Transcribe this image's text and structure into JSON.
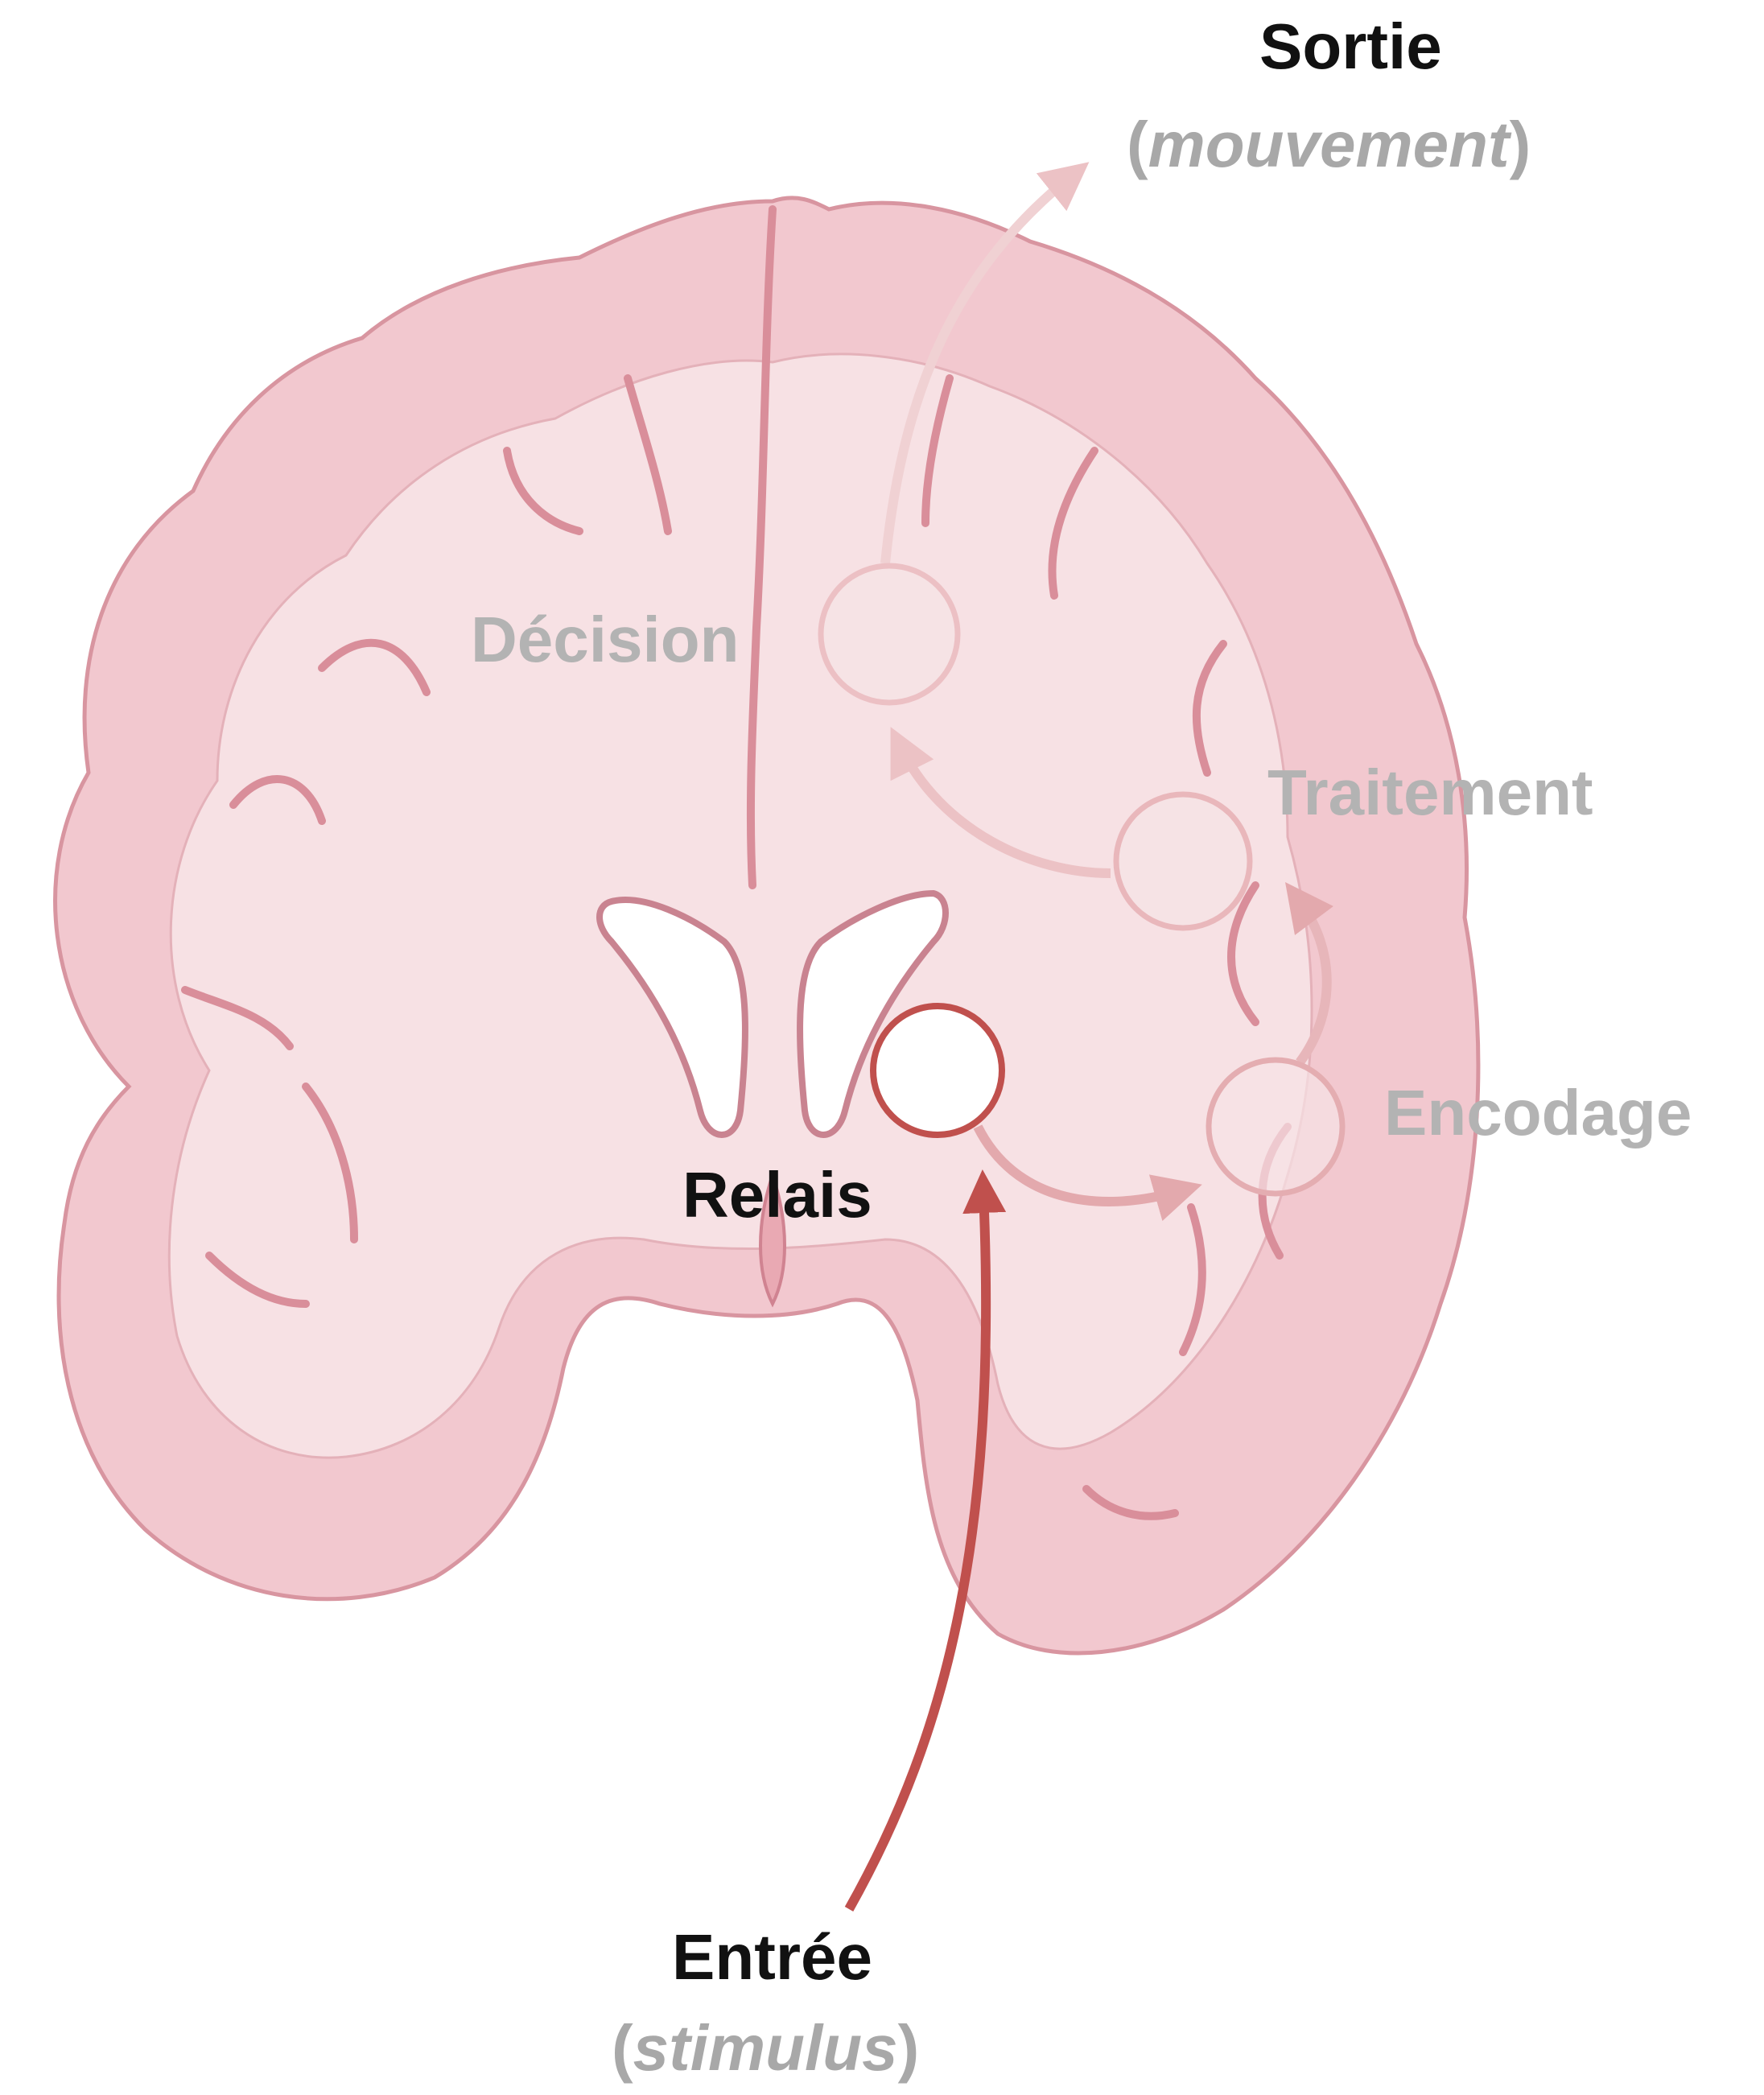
{
  "labels": {
    "output_title": "Sortie",
    "output_sub": "mouvement",
    "decision": "Décision",
    "processing": "Traitement",
    "encoding": "Encodage",
    "relay": "Relais",
    "input_title": "Entrée",
    "input_sub": "stimulus"
  },
  "colors": {
    "brain_fill": "#f2c8cf",
    "brain_inner": "#f7dde1",
    "brain_outline": "#d895a0",
    "pathway_active": "#c0504d",
    "pathway_faded": "#e9b7bb",
    "label_dark": "#111111",
    "label_faded": "#b3b3b3"
  }
}
